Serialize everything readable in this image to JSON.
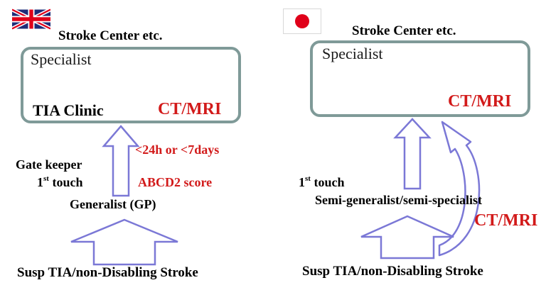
{
  "uk": {
    "flag_icon": "uk-flag-icon",
    "header": "Stroke Center etc.",
    "box_title": "Specialist",
    "clinic": "TIA Clinic",
    "imaging": "CT/MRI",
    "timing": "<24h or <7days",
    "gate_keeper": "Gate keeper",
    "first_touch_num": "1",
    "first_touch_sup": "st",
    "first_touch_word": " touch",
    "score": "ABCD2 score",
    "generalist": "Generalist (GP)",
    "bottom": "Susp TIA/non-Disabling Stroke"
  },
  "jp": {
    "flag_icon": "japan-flag-icon",
    "header": "Stroke Center etc.",
    "box_title": "Specialist",
    "imaging": "CT/MRI",
    "first_touch_num": "1",
    "first_touch_sup": "st",
    "first_touch_word": " touch",
    "semi": "Semi-generalist/semi-specialist",
    "imaging_direct": "CT/MRI",
    "bottom": "Susp TIA/non-Disabling Stroke"
  },
  "colors": {
    "accent_red": "#d21a1a",
    "box_border": "#7f9a98",
    "arrow_stroke": "#7b78d6",
    "flag_red": "#e0001a",
    "uk_blue": "#1e2d78"
  }
}
